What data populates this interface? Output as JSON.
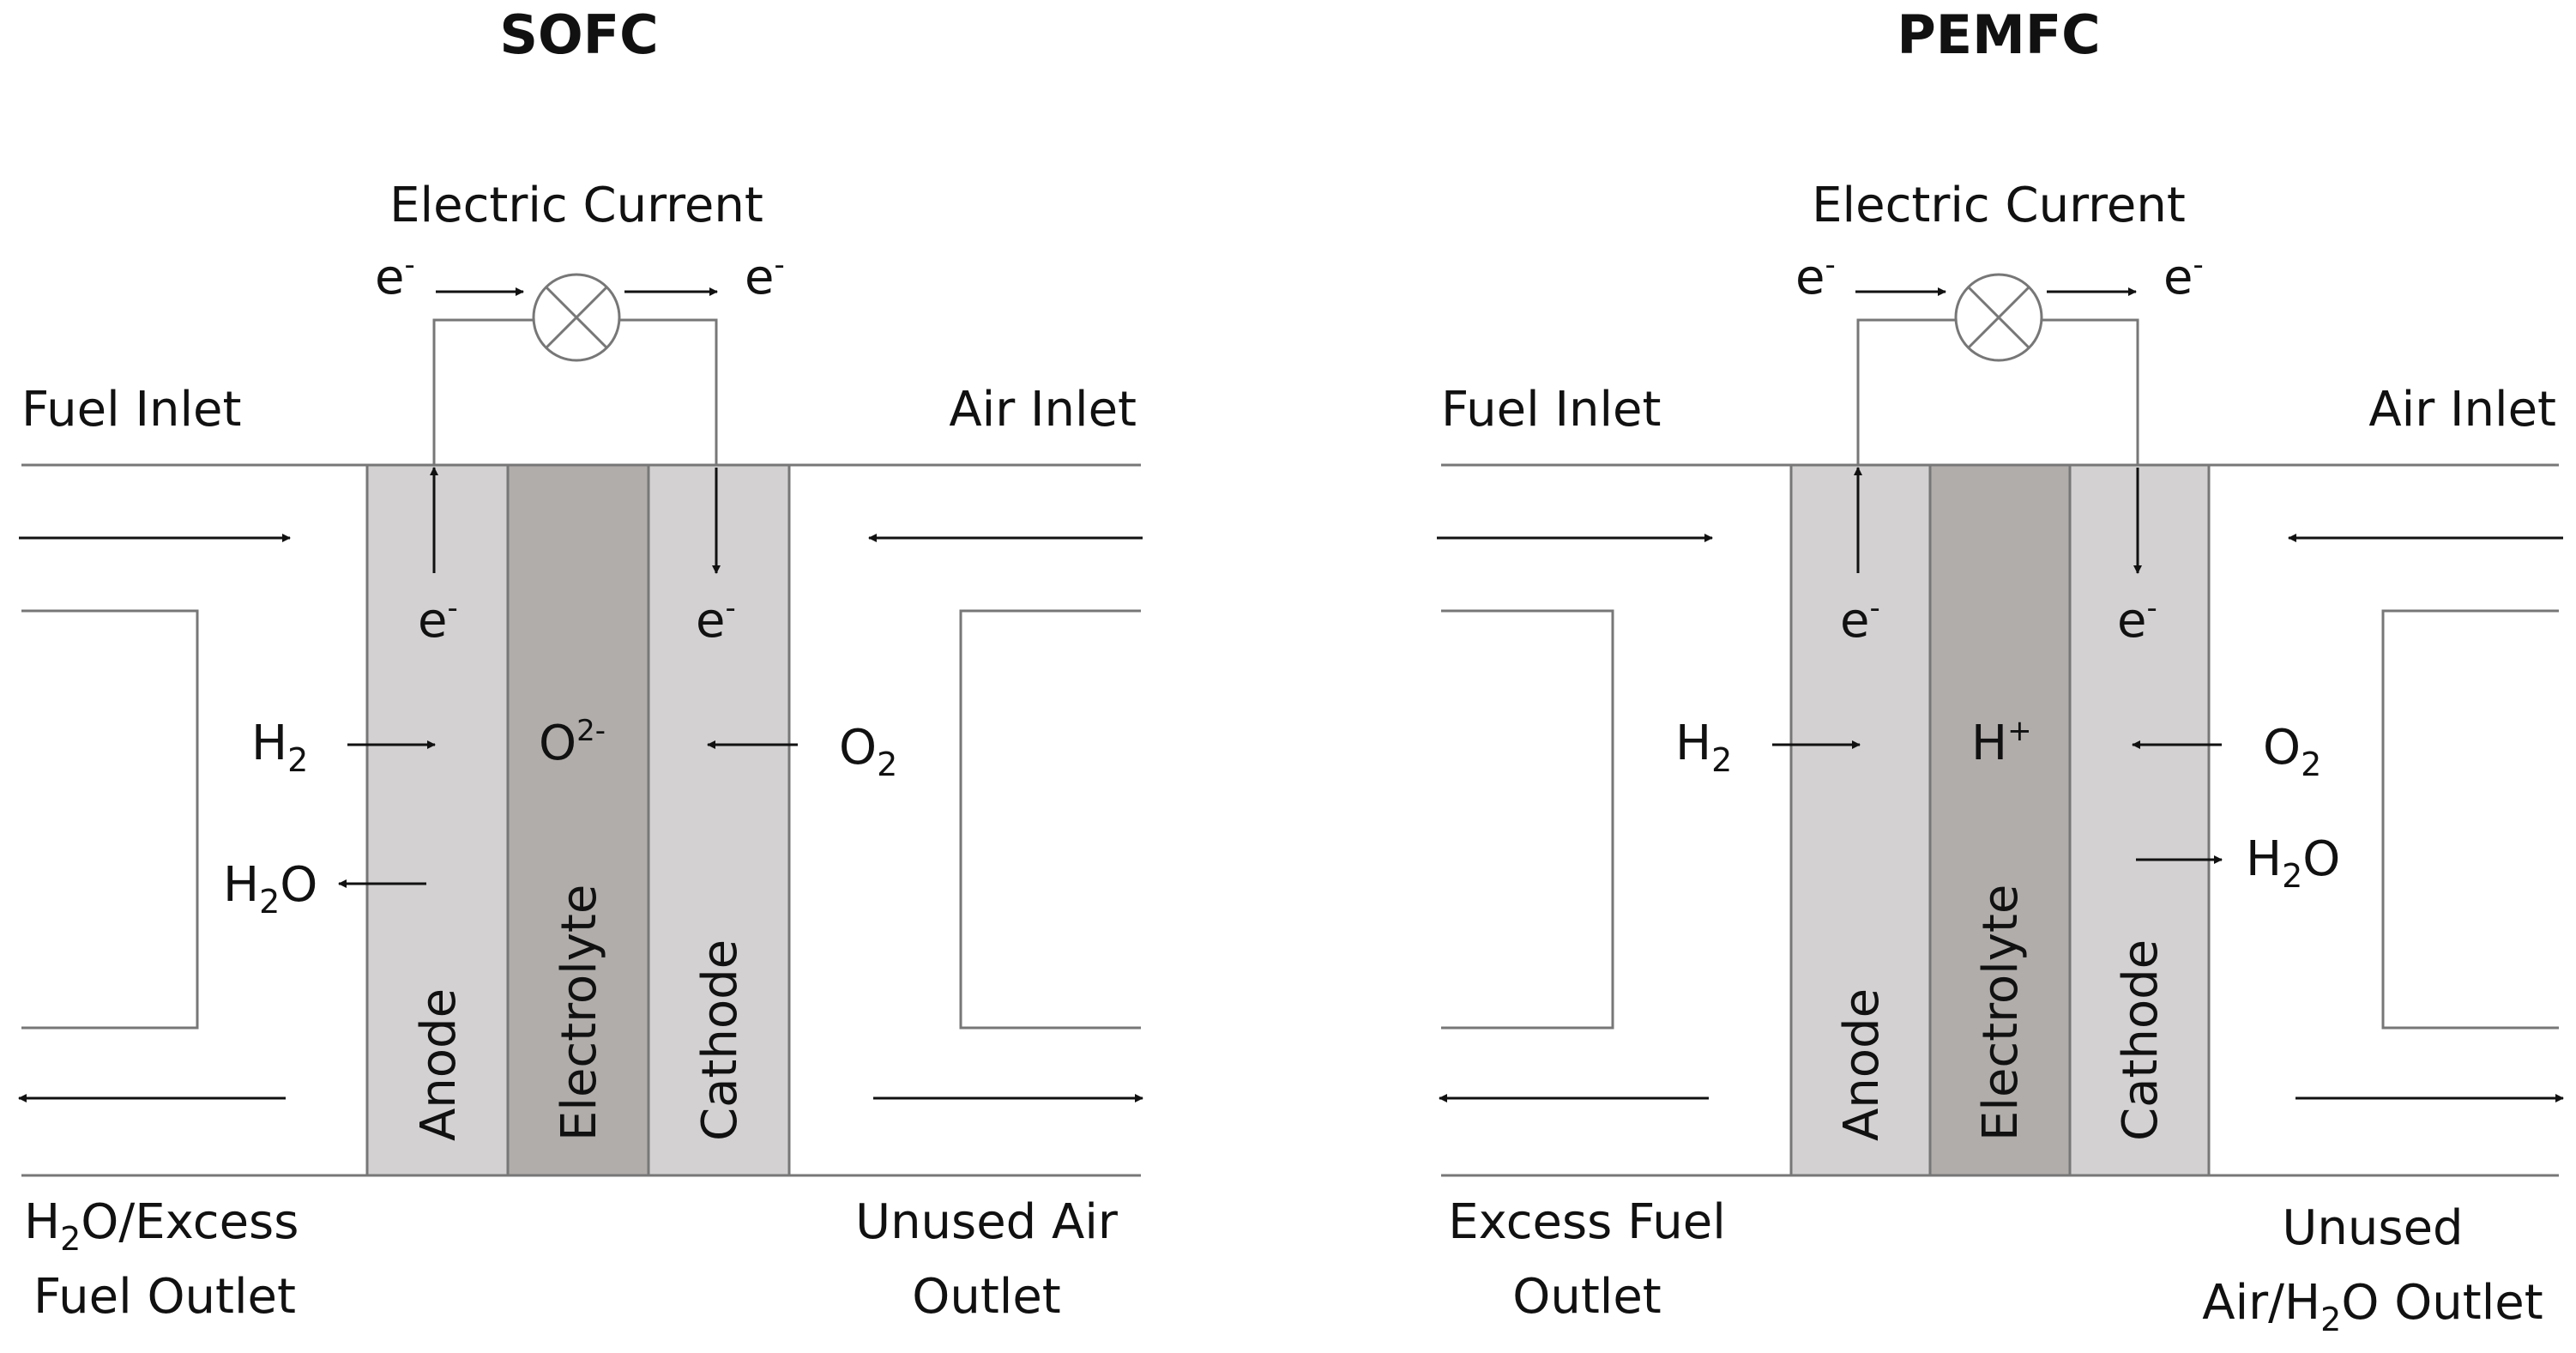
{
  "colors": {
    "electrode": "#d3d1d1",
    "electrolyte": "#b0adab",
    "line": "#777777",
    "arrow": "#111111",
    "text": "#111111"
  },
  "panels": [
    {
      "title": "SOFC",
      "electric_current": "Electric Current",
      "electron": "e",
      "electron_sup": "-",
      "fuel_inlet": "Fuel Inlet",
      "air_inlet": "Air Inlet",
      "layers": {
        "anode": "Anode",
        "electrolyte": "Electrolyte",
        "cathode": "Cathode"
      },
      "ion": {
        "base": "O",
        "sup": "2-"
      },
      "h2": {
        "base": "H",
        "sub": "2"
      },
      "o2": {
        "base": "O",
        "sub": "2"
      },
      "h2o": {
        "base": "H",
        "sub": "2",
        "rest": "O"
      },
      "fuel_outlet": {
        "line1_base": "H",
        "line1_sub": "2",
        "line1_rest": "O/Excess",
        "line2": "Fuel Outlet"
      },
      "air_outlet": {
        "line1": "Unused Air",
        "line2": "Outlet"
      }
    },
    {
      "title": "PEMFC",
      "electric_current": "Electric Current",
      "electron": "e",
      "electron_sup": "-",
      "fuel_inlet": "Fuel Inlet",
      "air_inlet": "Air Inlet",
      "layers": {
        "anode": "Anode",
        "electrolyte": "Electrolyte",
        "cathode": "Cathode"
      },
      "ion": {
        "base": "H",
        "sup": "+"
      },
      "h2": {
        "base": "H",
        "sub": "2"
      },
      "o2": {
        "base": "O",
        "sub": "2"
      },
      "h2o": {
        "base": "H",
        "sub": "2",
        "rest": "O"
      },
      "fuel_outlet": {
        "line1": "Excess Fuel",
        "line2": "Outlet"
      },
      "air_outlet": {
        "line1": "Unused",
        "line2_pre": "Air/H",
        "line2_sub": "2",
        "line2_post": "O Outlet"
      }
    }
  ]
}
